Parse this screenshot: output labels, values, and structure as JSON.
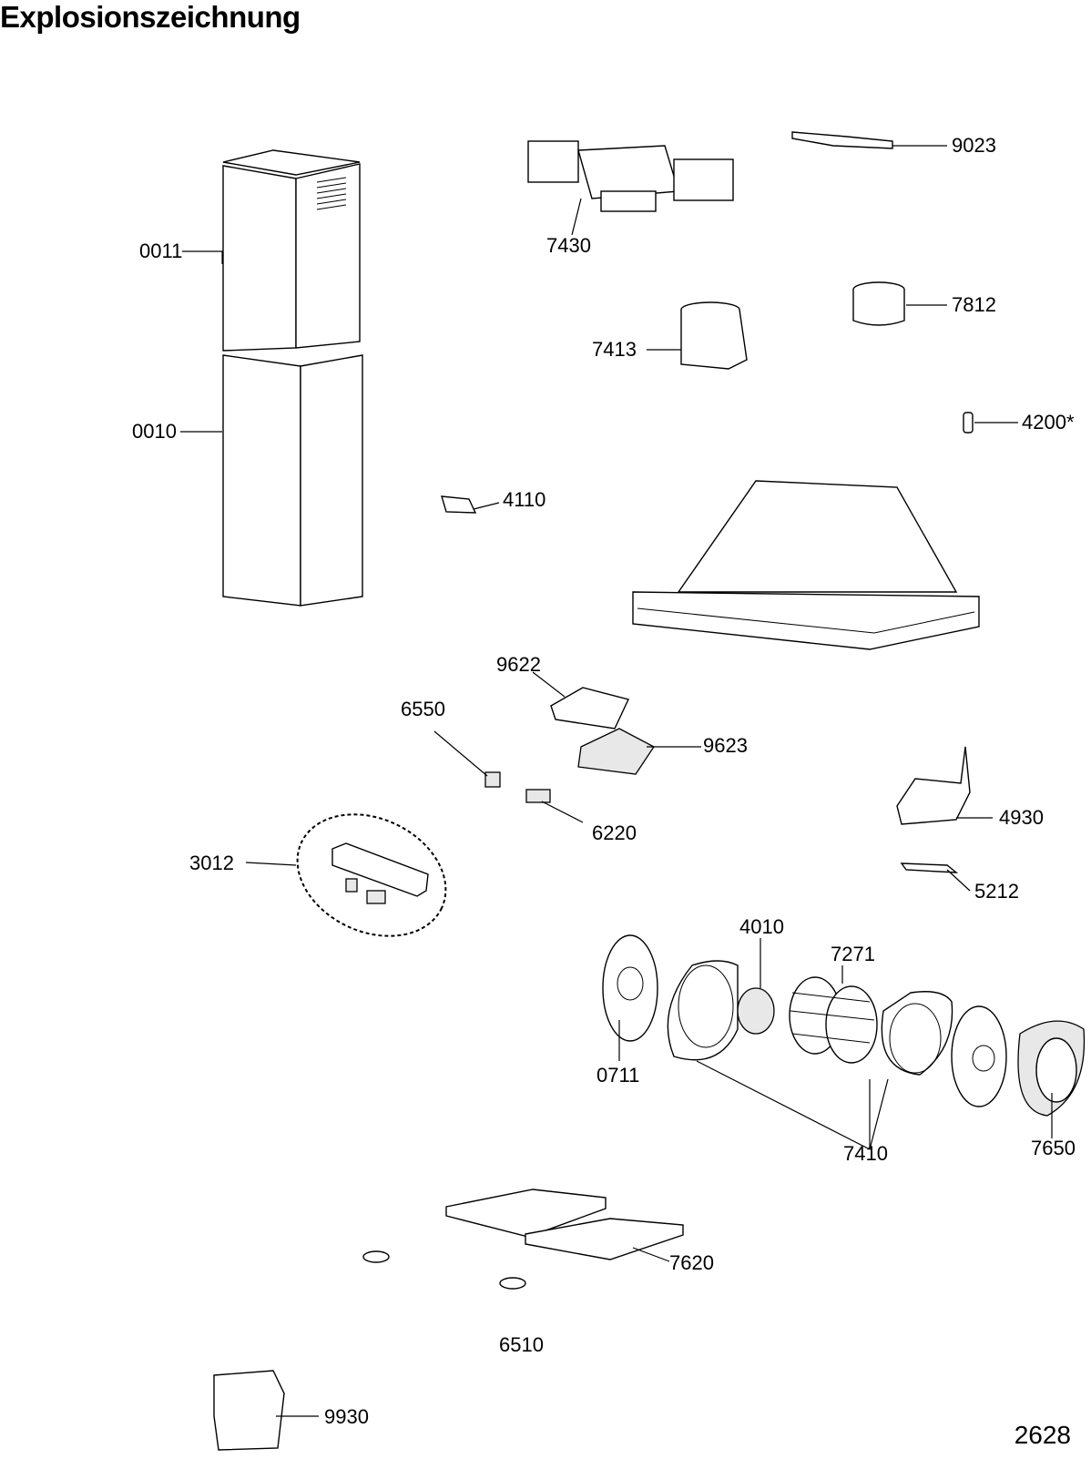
{
  "title": "Explosionszeichnung",
  "page_number": "2628",
  "labels": {
    "l0011": "0011",
    "l0010": "0010",
    "l7430": "7430",
    "l9023": "9023",
    "l7812": "7812",
    "l7413": "7413",
    "l4200": "4200*",
    "l4110": "4110",
    "l9622": "9622",
    "l6550": "6550",
    "l9623": "9623",
    "l6220": "6220",
    "l4930": "4930",
    "l3012": "3012",
    "l5212": "5212",
    "l4010": "4010",
    "l7271": "7271",
    "l0711": "0711",
    "l7410": "7410",
    "l7650": "7650",
    "l7620": "7620",
    "l6510": "6510",
    "l9930": "9930"
  }
}
